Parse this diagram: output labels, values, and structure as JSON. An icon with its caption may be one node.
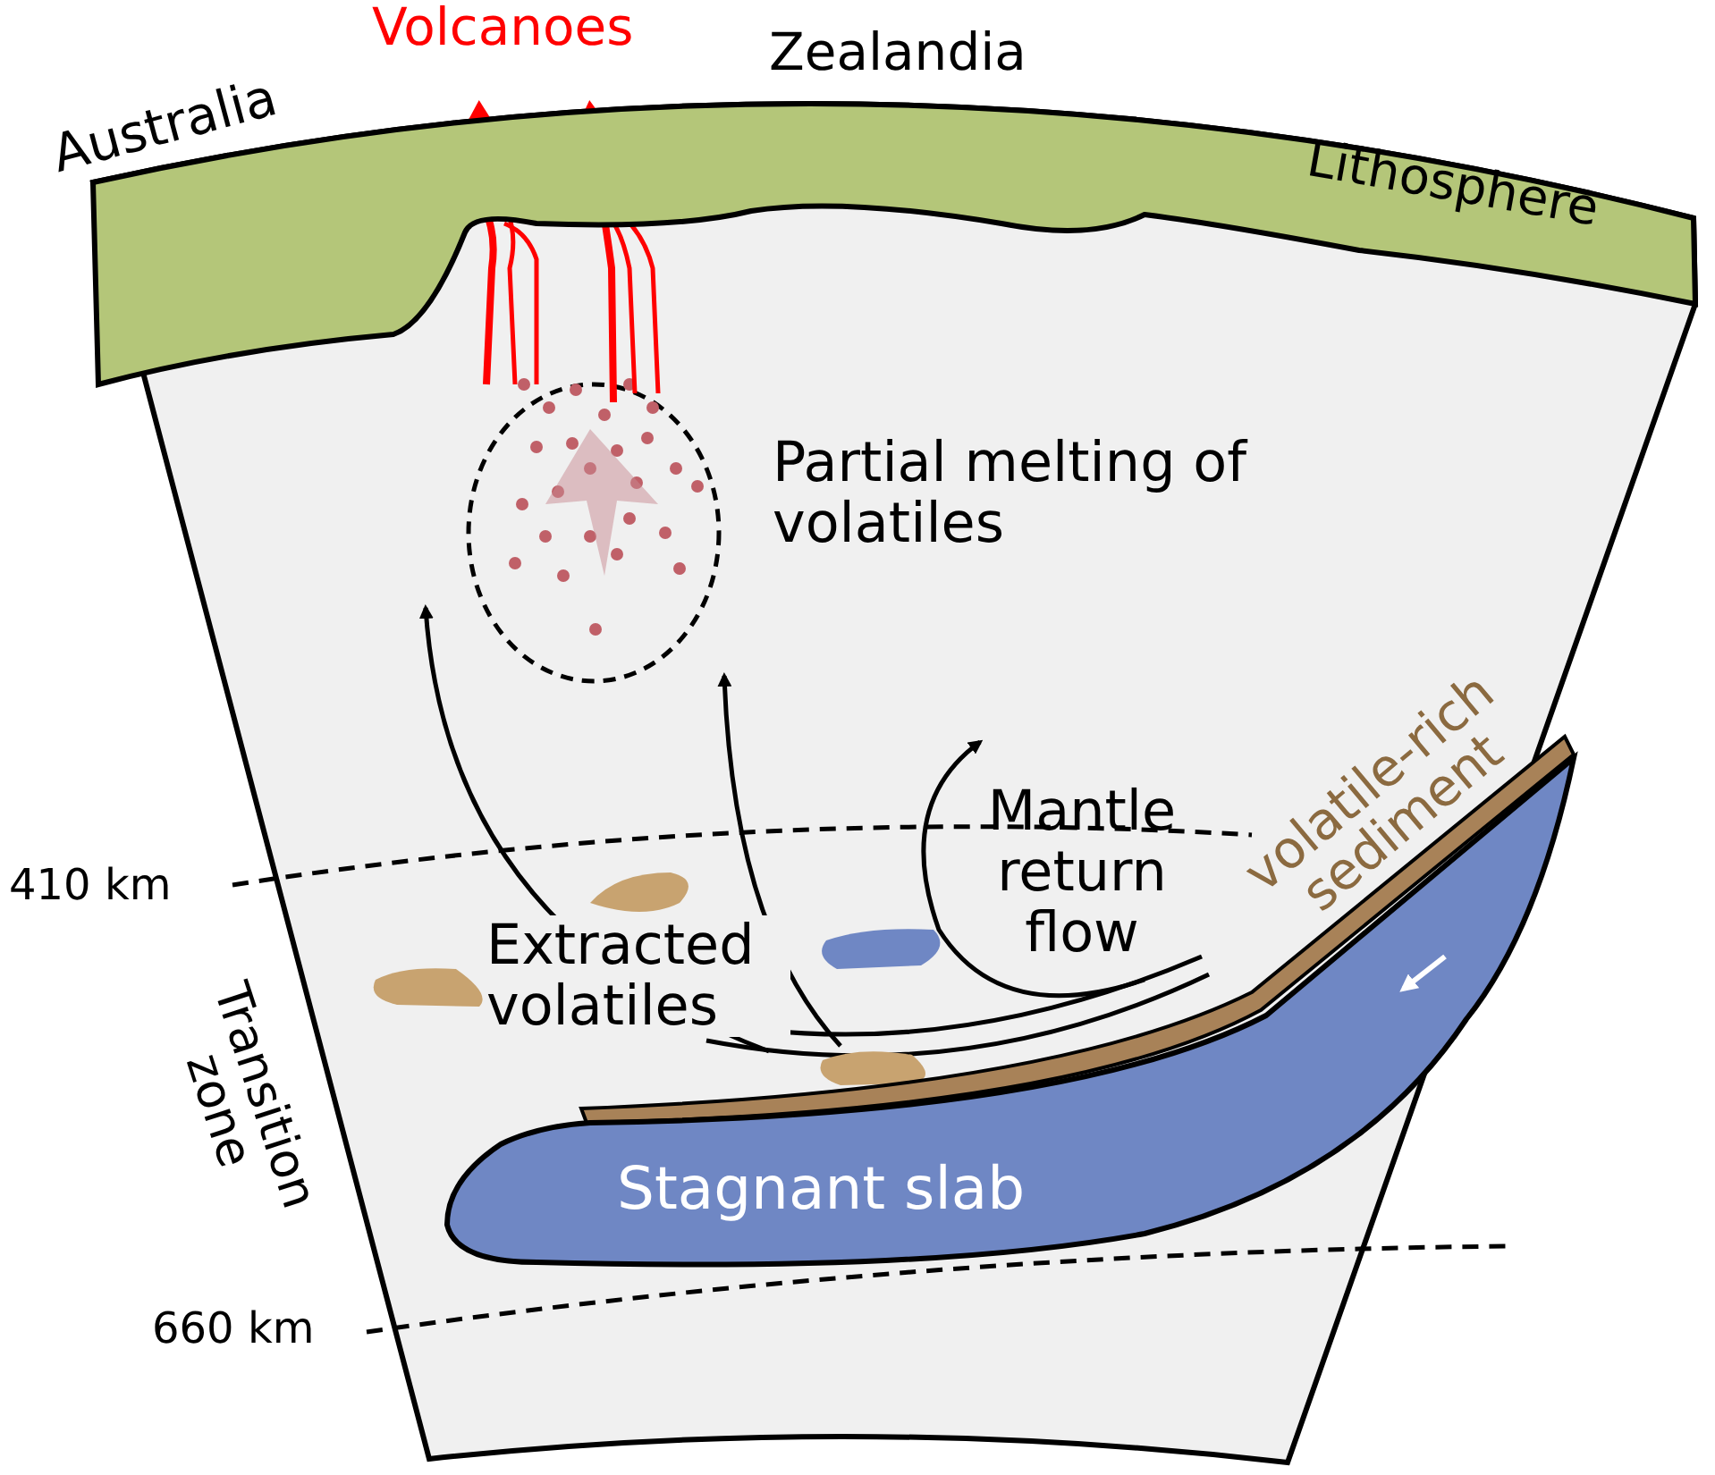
{
  "diagram": {
    "nodes": [
      {
        "text": [
          "Lithosphere"
        ]
      },
      {
        "text": [
          "Stagnant slab"
        ]
      }
    ],
    "labels": [
      "Volcanoes",
      "Australia",
      "Zealandia",
      "Partial melting of volatiles",
      "Mantle return flow",
      "volatile-rich sediment",
      "410 km",
      "Extracted volatiles",
      "Transition zone",
      "660 km"
    ]
  }
}
